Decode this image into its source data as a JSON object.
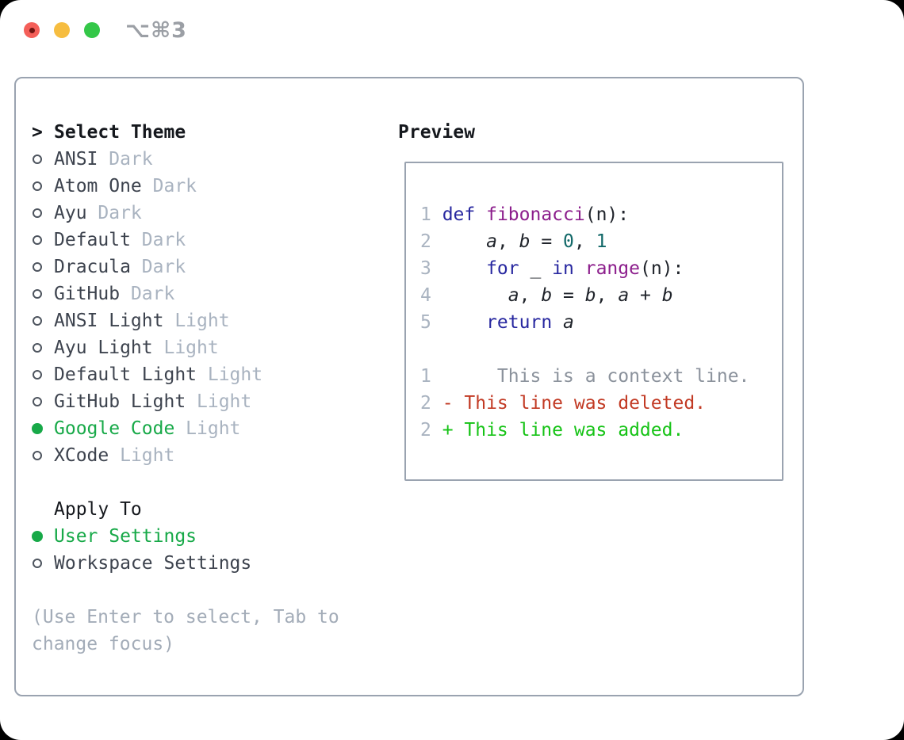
{
  "titlebar": {
    "shortcut_label": "⌥⌘3"
  },
  "theme_panel": {
    "header_marker": ">",
    "header": "Select Theme",
    "items": [
      {
        "name": "ANSI",
        "variant": "Dark",
        "selected": false
      },
      {
        "name": "Atom One",
        "variant": "Dark",
        "selected": false
      },
      {
        "name": "Ayu",
        "variant": "Dark",
        "selected": false
      },
      {
        "name": "Default",
        "variant": "Dark",
        "selected": false
      },
      {
        "name": "Dracula",
        "variant": "Dark",
        "selected": false
      },
      {
        "name": "GitHub",
        "variant": "Dark",
        "selected": false
      },
      {
        "name": "ANSI Light",
        "variant": "Light",
        "selected": false
      },
      {
        "name": "Ayu Light",
        "variant": "Light",
        "selected": false
      },
      {
        "name": "Default Light",
        "variant": "Light",
        "selected": false
      },
      {
        "name": "GitHub Light",
        "variant": "Light",
        "selected": false
      },
      {
        "name": "Google Code",
        "variant": "Light",
        "selected": true
      },
      {
        "name": "XCode",
        "variant": "Light",
        "selected": false
      }
    ],
    "apply_to": {
      "header": "Apply To",
      "items": [
        {
          "name": "User Settings",
          "selected": true
        },
        {
          "name": "Workspace Settings",
          "selected": false
        }
      ]
    },
    "help_lines": [
      "(Use Enter to select, Tab to",
      "change focus)"
    ]
  },
  "preview": {
    "title": "Preview",
    "lines": [
      {
        "num": "1",
        "segs": [
          [
            "def",
            "kwd"
          ],
          [
            " ",
            "pln"
          ],
          [
            "fibonacci",
            "typ"
          ],
          [
            "(n):",
            "pln"
          ]
        ]
      },
      {
        "num": "2",
        "segs": [
          [
            "    ",
            "pln"
          ],
          [
            "a",
            "var"
          ],
          [
            ", ",
            "pln"
          ],
          [
            "b",
            "var"
          ],
          [
            " = ",
            "pln"
          ],
          [
            "0",
            "lit"
          ],
          [
            ", ",
            "pln"
          ],
          [
            "1",
            "lit"
          ]
        ]
      },
      {
        "num": "3",
        "segs": [
          [
            "    ",
            "pln"
          ],
          [
            "for",
            "kwd"
          ],
          [
            " _ ",
            "pln"
          ],
          [
            "in",
            "kwd"
          ],
          [
            " ",
            "pln"
          ],
          [
            "range",
            "typ"
          ],
          [
            "(n):",
            "pln"
          ]
        ]
      },
      {
        "num": "4",
        "segs": [
          [
            "      ",
            "pln"
          ],
          [
            "a",
            "var"
          ],
          [
            ", ",
            "pln"
          ],
          [
            "b",
            "var"
          ],
          [
            " = ",
            "pln"
          ],
          [
            "b",
            "var"
          ],
          [
            ", ",
            "pln"
          ],
          [
            "a",
            "var"
          ],
          [
            " + ",
            "pln"
          ],
          [
            "b",
            "var"
          ]
        ]
      },
      {
        "num": "5",
        "segs": [
          [
            "    ",
            "pln"
          ],
          [
            "return",
            "kwd"
          ],
          [
            " ",
            "pln"
          ],
          [
            "a",
            "var"
          ]
        ]
      },
      {
        "num": "",
        "segs": []
      },
      {
        "num": "1",
        "segs": [
          [
            "     This is a context line.",
            "ctx"
          ]
        ]
      },
      {
        "num": "2",
        "segs": [
          [
            "- This line was deleted.",
            "del"
          ]
        ]
      },
      {
        "num": "2",
        "segs": [
          [
            "+ This line was added.",
            "add"
          ]
        ]
      }
    ]
  },
  "colors": {
    "green": "#17a948",
    "dark": "#15181d",
    "item": "#3d434e",
    "muted": "#a9b3c0",
    "ring": "#4d545e",
    "help": "#a3acb8",
    "border": "#9aa3b0",
    "shortcut": "#9b9fa5",
    "traffic-red": "#f45f59",
    "traffic-red-dot": "#701512",
    "traffic-yellow": "#f6bd40",
    "traffic-green": "#34c748",
    "kwd": "#2828a0",
    "typ": "#8c1e8c",
    "lit": "#116868",
    "pln": "#20242b",
    "gutter": "#a9b3c0",
    "ctx": "#8b929c",
    "del": "#c23a24",
    "add": "#16c316"
  }
}
